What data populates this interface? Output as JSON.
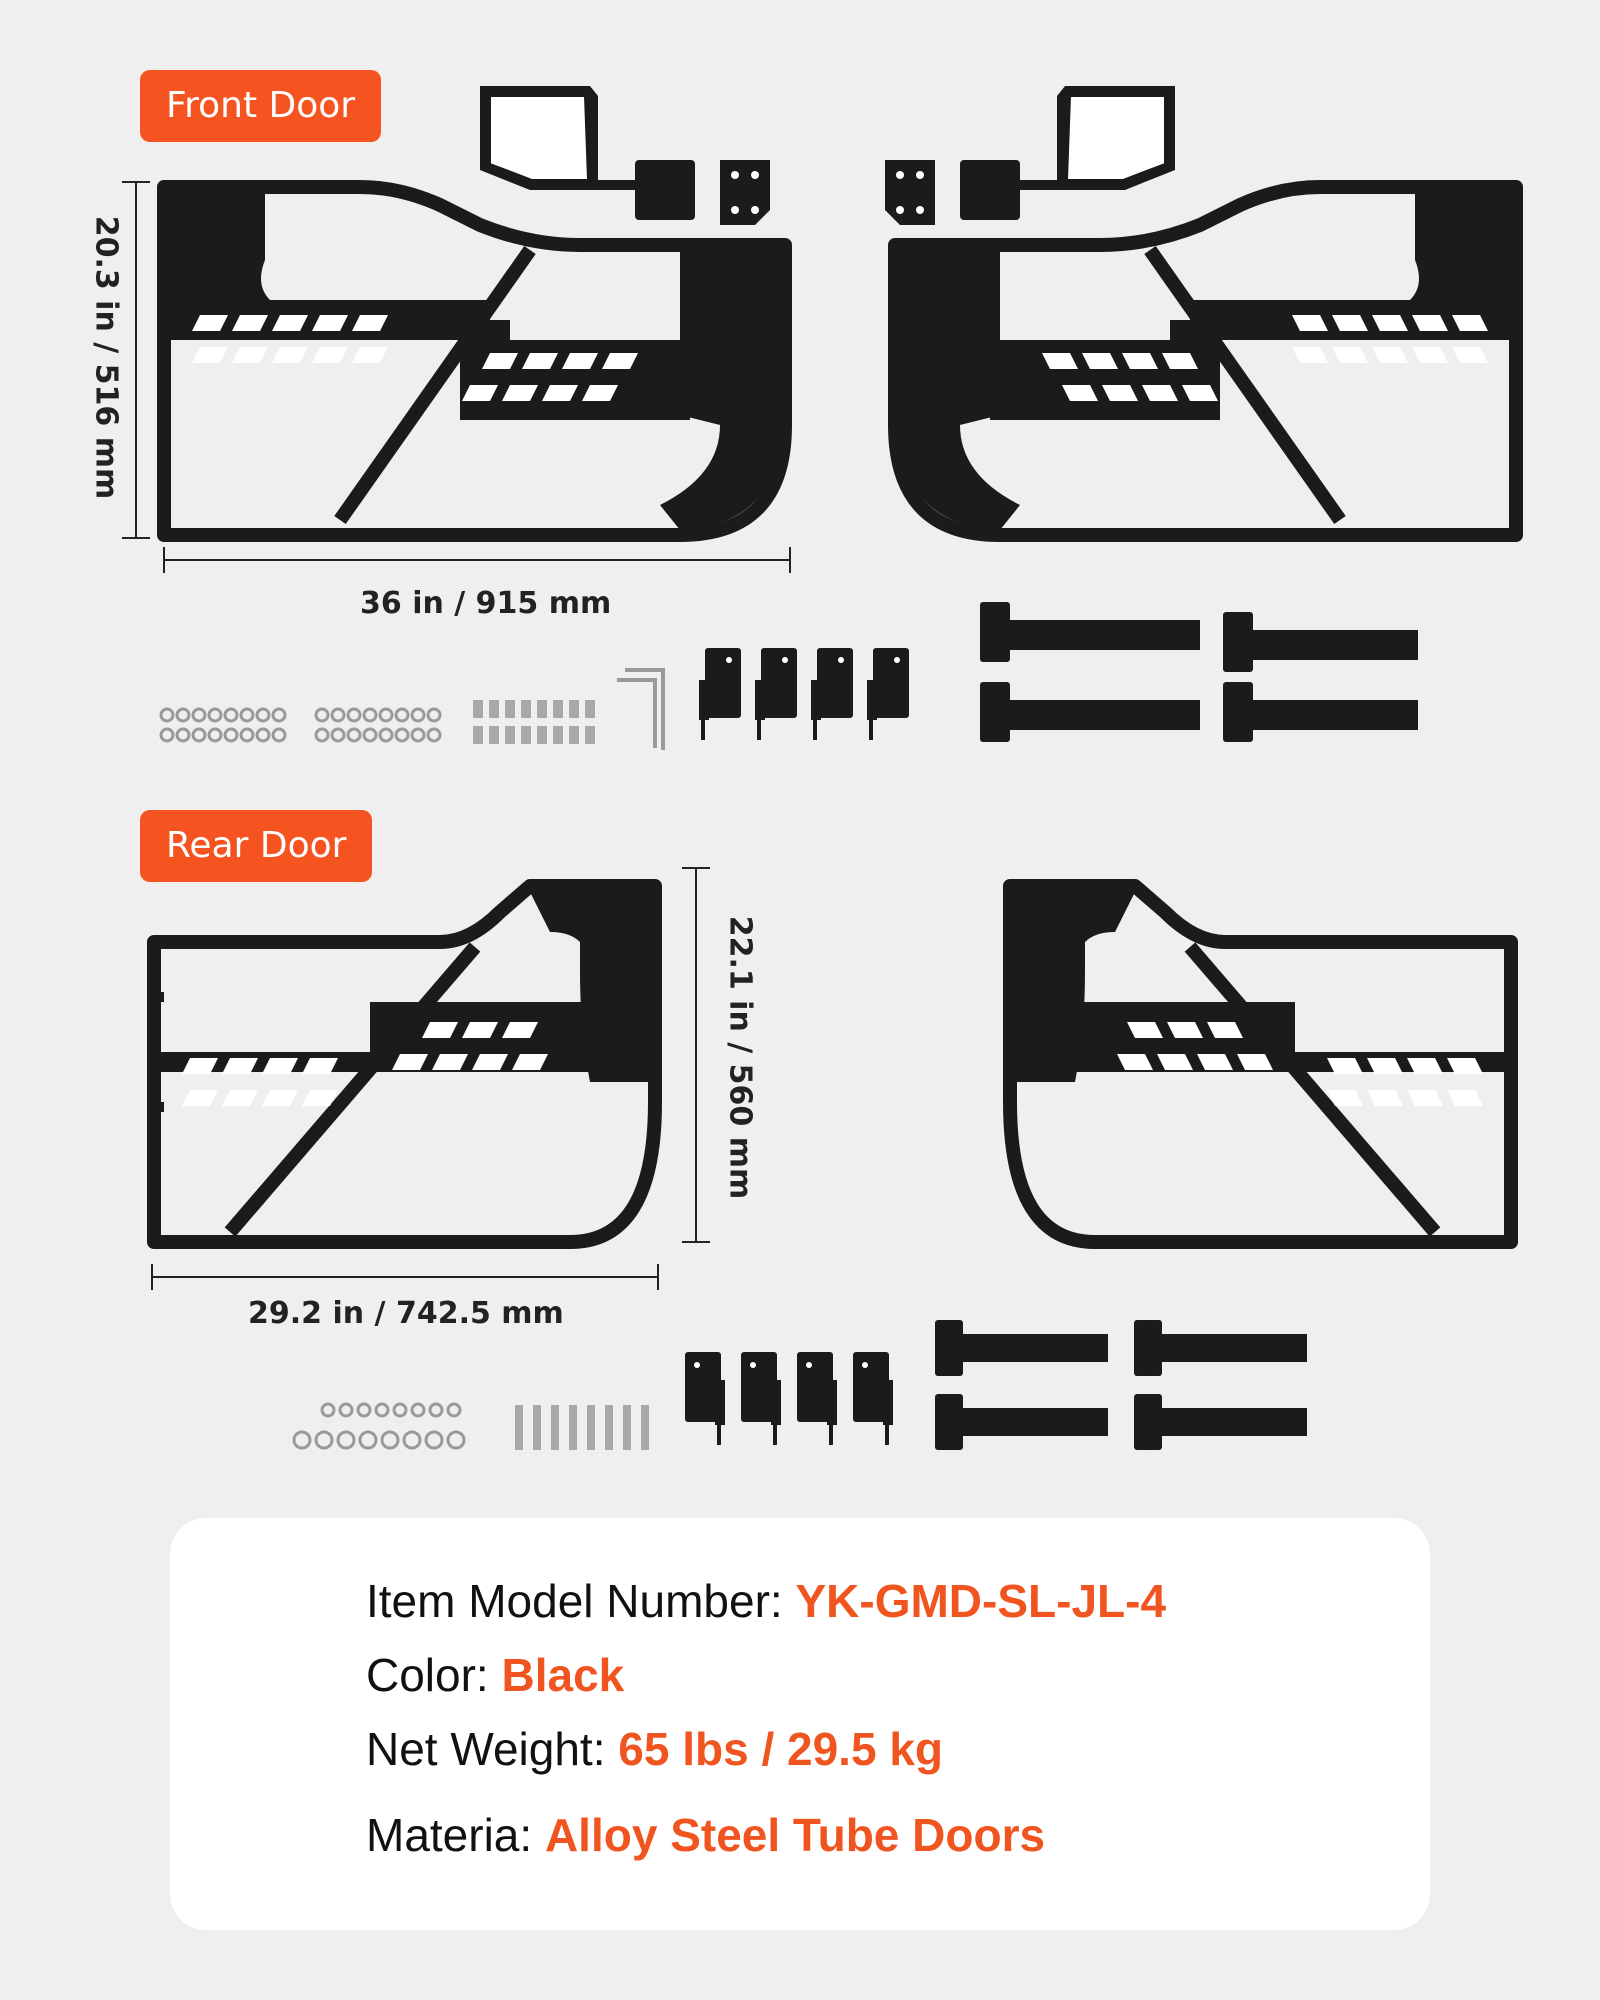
{
  "front": {
    "tag": "Front Door",
    "height_label": "20.3 in / 516 mm",
    "width_label": "36 in / 915 mm"
  },
  "rear": {
    "tag": "Rear Door",
    "height_label": "22.1 in / 560 mm",
    "width_label": "29.2 in / 742.5 mm"
  },
  "specs": [
    {
      "key": "Item Model Number: ",
      "value": "YK-GMD-SL-JL-4"
    },
    {
      "key": "Color: ",
      "value": "Black"
    },
    {
      "key": "Net Weight: ",
      "value": "65 lbs / 29.5 kg"
    },
    {
      "key": "Materia: ",
      "value": "Alloy Steel Tube Doors"
    }
  ],
  "colors": {
    "accent": "#f5531f",
    "door": "#1b1b1b",
    "background": "#efefef"
  }
}
